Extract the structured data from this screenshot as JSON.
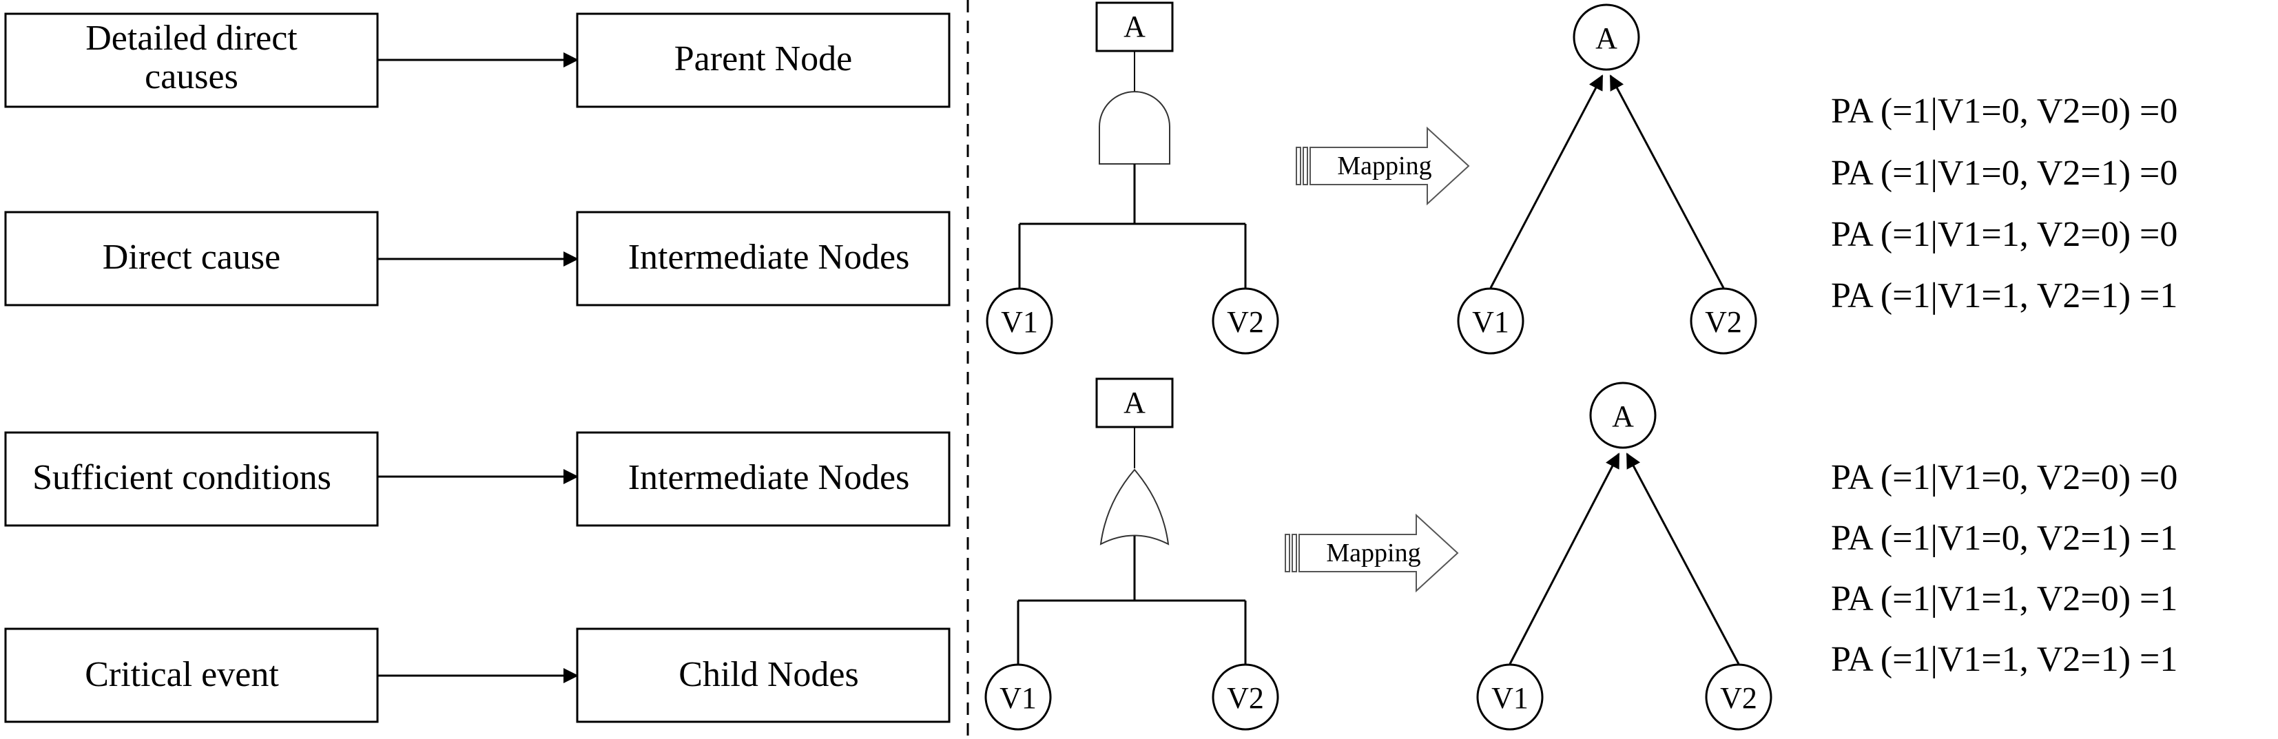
{
  "left_mapping": [
    {
      "source": [
        "Detailed direct",
        "causes"
      ],
      "target": "Parent Node"
    },
    {
      "source": [
        "Direct cause"
      ],
      "target": "Intermediate Nodes"
    },
    {
      "source": [
        "Sufficient conditions"
      ],
      "target": "Intermediate Nodes"
    },
    {
      "source": [
        "Critical event"
      ],
      "target": "Child Nodes"
    }
  ],
  "gates": {
    "and": {
      "top": "A",
      "left": "V1",
      "right": "V2",
      "mapping_label": "Mapping",
      "bn_top": "A",
      "bn_left": "V1",
      "bn_right": "V2"
    },
    "or": {
      "top": "A",
      "left": "V1",
      "right": "V2",
      "mapping_label": "Mapping",
      "bn_top": "A",
      "bn_left": "V1",
      "bn_right": "V2"
    }
  },
  "probabilities": {
    "and": [
      "PA (=1|V1=0, V2=0) =0",
      "PA (=1|V1=0, V2=1) =0",
      "PA (=1|V1=1, V2=0) =0",
      "PA (=1|V1=1, V2=1) =1"
    ],
    "or": [
      "PA (=1|V1=0, V2=0) =0",
      "PA (=1|V1=0, V2=1) =1",
      "PA (=1|V1=1, V2=0) =1",
      "PA (=1|V1=1, V2=1) =1"
    ]
  }
}
